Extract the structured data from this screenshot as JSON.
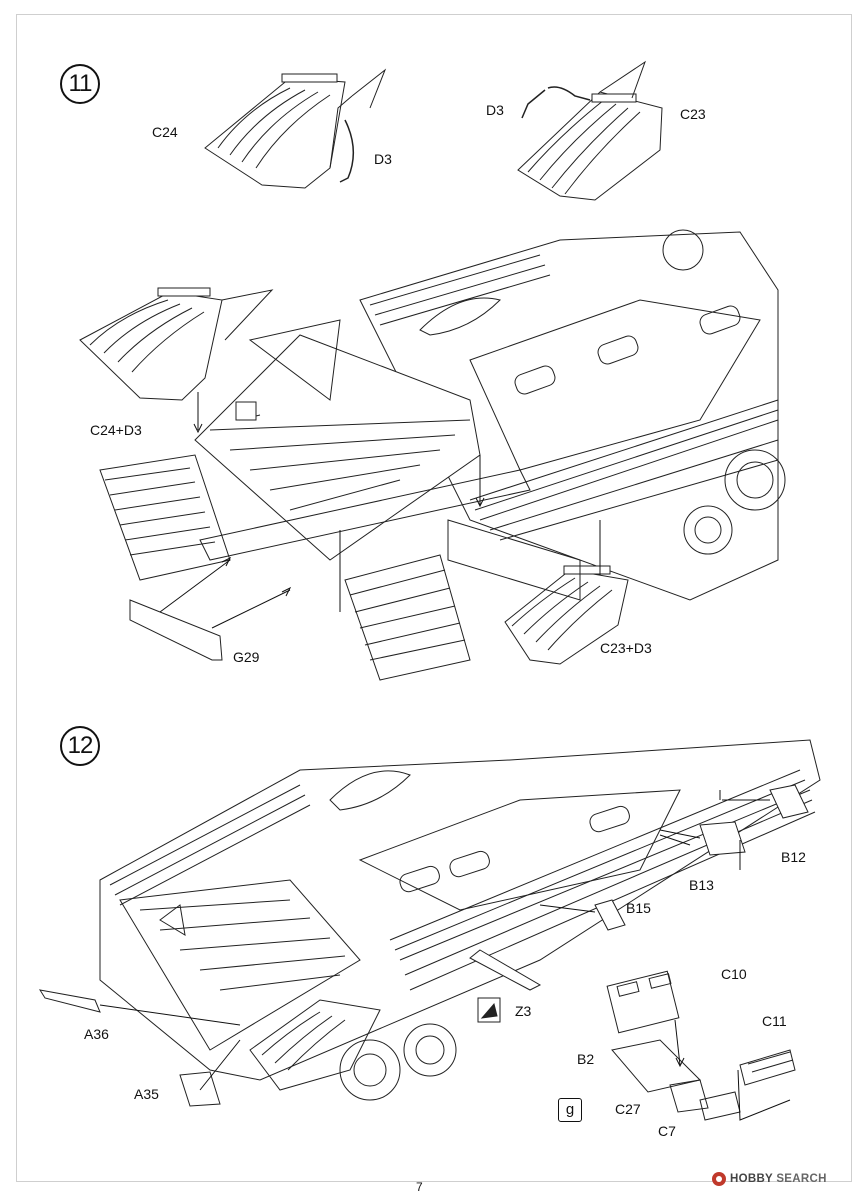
{
  "steps": [
    {
      "number": "11",
      "labels": {
        "c24": "C24",
        "d3_left": "D3",
        "d3_right": "D3",
        "c23": "C23",
        "c24_d3": "C24+D3",
        "g29": "G29",
        "c23_d3": "C23+D3"
      }
    },
    {
      "number": "12",
      "labels": {
        "b12": "B12",
        "b13": "B13",
        "b15": "B15",
        "c10": "C10",
        "z3": "Z3",
        "c11": "C11",
        "b2": "B2",
        "a36": "A36",
        "a35": "A35",
        "g": "g",
        "c27": "C27",
        "c7": "C7"
      }
    }
  ],
  "footer": {
    "page_number": "7",
    "watermark_a": "HOBBY",
    "watermark_b": "SEARCH"
  }
}
